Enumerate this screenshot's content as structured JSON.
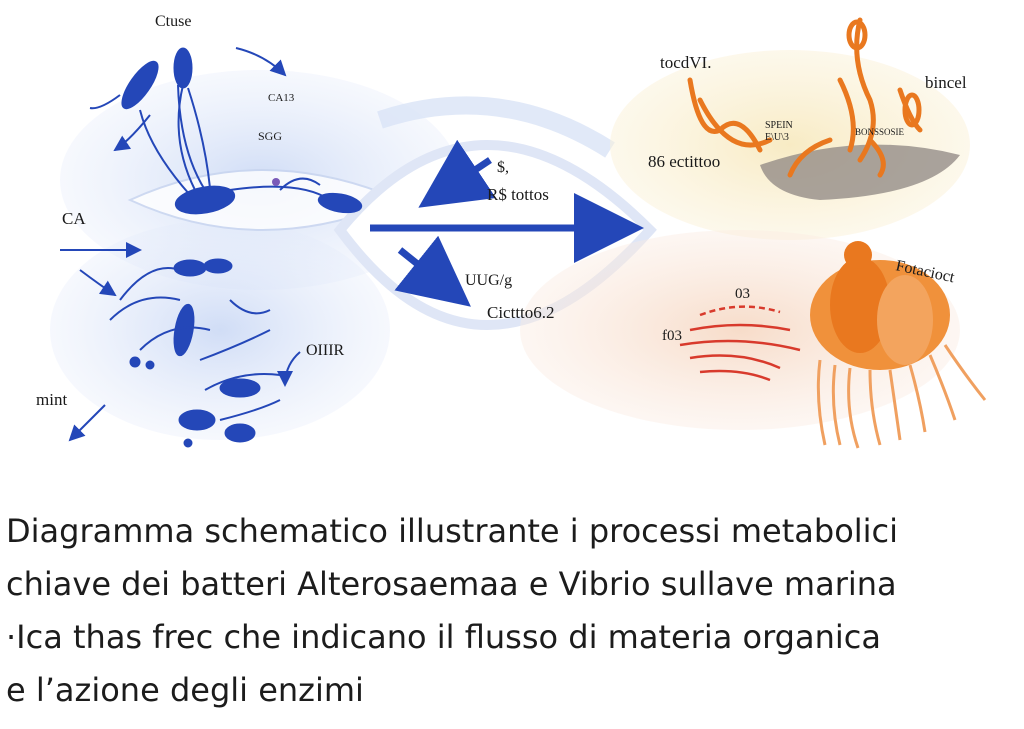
{
  "diagram": {
    "labels": {
      "top_left": "Ctuse",
      "small_1": "CA13",
      "small_2": "SGG",
      "left_mid": "CA",
      "bottom_left": "mint",
      "mid_left_small": "OIIIR",
      "center_top_a": "$,",
      "center_top_b": "R$ tottos",
      "center_mid_a": "UUG/g",
      "center_mid_b": "Cicttto6.2",
      "orange_top_left": "tocdVI.",
      "orange_top_right": "bincel",
      "orange_mid_a": "SPEIN",
      "orange_mid_b": "E\\U\\3",
      "orange_mid_label": "86 ectittoo",
      "orange_small_right": "BONSSOSIE",
      "red_top": "03",
      "red_left": "f03",
      "bottom_right": "Fotacioct"
    },
    "colors": {
      "blue": "#2447b8",
      "blue_light": "#cbd9f5",
      "orange": "#e9781f",
      "peach": "#f7dcc9",
      "cream": "#f8ebc4",
      "gray": "#8d8582",
      "red": "#d83a2c"
    }
  },
  "caption": {
    "line1": "Diagramma schematico illustrante i processi metabolici",
    "line2": "chiave dei batteri Alterosaemaa e Vibrio sullave marina",
    "line3": "·Ica thas frec che indicano il flusso di materia organica",
    "line4": "e l’azione degli enzimi"
  }
}
